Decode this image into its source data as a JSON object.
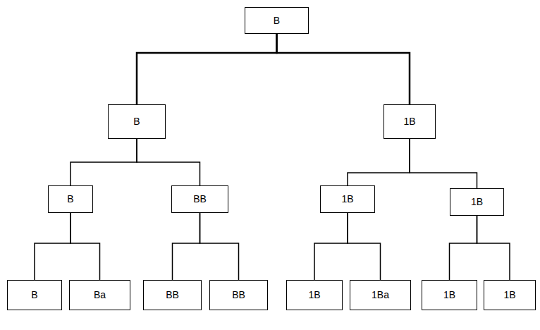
{
  "diagram": {
    "nodes": [
      {
        "text": [
          "B"
        ]
      },
      {
        "text": [
          "B"
        ]
      },
      {
        "text": [
          "1B"
        ]
      },
      {
        "text": [
          "B"
        ]
      },
      {
        "text": [
          "BB"
        ]
      },
      {
        "text": [
          "1B"
        ]
      },
      {
        "text": [
          "1B"
        ]
      },
      {
        "text": [
          "B"
        ]
      },
      {
        "text": [
          "Ba"
        ]
      },
      {
        "text": [
          "BB"
        ]
      },
      {
        "text": [
          "BB"
        ]
      },
      {
        "text": [
          "1B"
        ]
      },
      {
        "text": [
          "1Ba"
        ]
      },
      {
        "text": [
          "1B"
        ]
      },
      {
        "text": [
          "1B"
        ]
      }
    ],
    "edges": [
      {
        "from": 0,
        "to": 1,
        "arrow": "none"
      },
      {
        "from": 0,
        "to": 2,
        "arrow": "none"
      },
      {
        "from": 1,
        "to": 3,
        "arrow": "none"
      },
      {
        "from": 1,
        "to": 4,
        "arrow": "none"
      },
      {
        "from": 2,
        "to": 5,
        "arrow": "none"
      },
      {
        "from": 2,
        "to": 6,
        "arrow": "none"
      },
      {
        "from": 3,
        "to": 7,
        "arrow": "none"
      },
      {
        "from": 3,
        "to": 8,
        "arrow": "none"
      },
      {
        "from": 4,
        "to": 9,
        "arrow": "none"
      },
      {
        "from": 4,
        "to": 10,
        "arrow": "none"
      },
      {
        "from": 5,
        "to": 11,
        "arrow": "none"
      },
      {
        "from": 5,
        "to": 12,
        "arrow": "none"
      },
      {
        "from": 6,
        "to": 13,
        "arrow": "none"
      },
      {
        "from": 6,
        "to": 14,
        "arrow": "none"
      }
    ]
  }
}
